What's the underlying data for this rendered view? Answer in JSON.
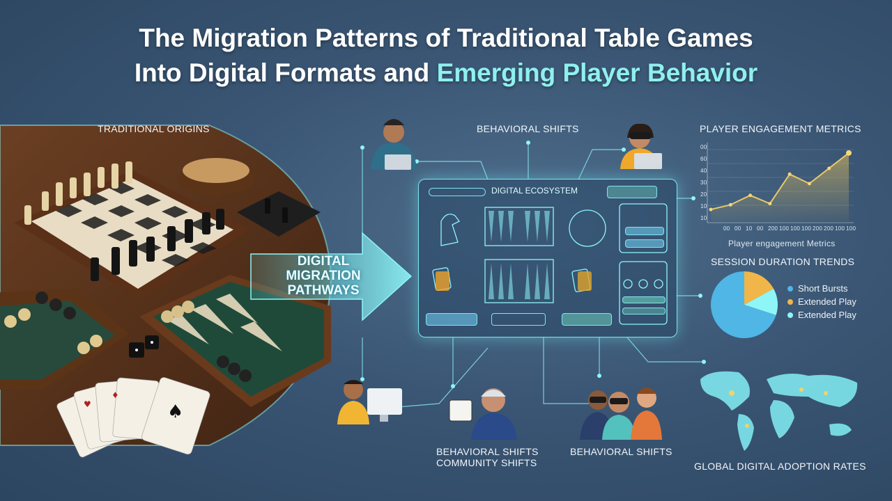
{
  "title": {
    "line1": "The Migration Patterns of Traditional Table Games",
    "line2_a": "Into Digital Formats and ",
    "line2_b": "Emerging Player Behavior"
  },
  "labels": {
    "traditional": "TRADITIONAL ORIGINS",
    "behavioral_top": "BEHAVIORAL SHIFTS",
    "engagement": "PLAYER ENGAGEMENT METRICS",
    "engagement_caption": "Player engagement Metrics",
    "session": "SESSION DURATION TRENDS",
    "community_a": "BEHAVIORAL SHIFTS",
    "community_b": "COMMUNITY SHIFTS",
    "behavioral_bottom": "BEHAVIORAL SHIFTS",
    "adoption": "GLOBAL DIGITAL ADOPTION RATES",
    "ecosystem": "DIGITAL ECOSYSTEM",
    "migration_1": "DIGITAL",
    "migration_2": "MIGRATION",
    "migration_3": "PATHWAYS"
  },
  "legend": [
    {
      "label": "Short Bursts",
      "color": "#4fb6e6"
    },
    {
      "label": "Extended Play",
      "color": "#f0b64a"
    },
    {
      "label": "Extended Play",
      "color": "#8ff6f8"
    }
  ],
  "chart_data": {
    "type": "line",
    "values": [
      10,
      14,
      22,
      15,
      40,
      32,
      45,
      58
    ],
    "ylim": [
      0,
      65
    ],
    "y_ticks": [
      "00",
      "60",
      "40",
      "30",
      "20",
      "10",
      "10"
    ],
    "x_ticks": [
      "00",
      "00",
      "10",
      "00",
      "200",
      "100",
      "100",
      "100",
      "200",
      "200",
      "100",
      "100"
    ]
  },
  "pie_data": {
    "type": "pie",
    "values": [
      70,
      17,
      13
    ]
  },
  "colors": {
    "accent": "#7fe6ee",
    "gold": "#d9b85a"
  }
}
